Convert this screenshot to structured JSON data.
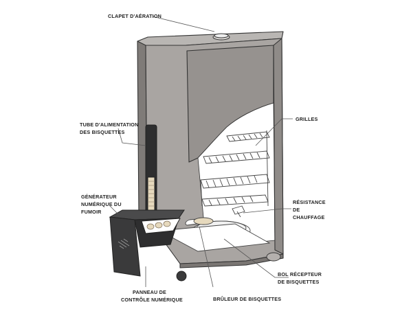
{
  "labels": {
    "vent": "CLAPET D'AÉRATION",
    "tube_l1": "TUBE D'ALIMENTATION",
    "tube_l2": "DES BISQUETTES",
    "grilles": "GRILLES",
    "gen_l1": "GÉNÉRATEUR",
    "gen_l2": "NUMÉRIQUE DU",
    "gen_l3": "FUMOIR",
    "res_l1": "RÉSISTANCE",
    "res_l2": "DE",
    "res_l3": "CHAUFFAGE",
    "bowl_l1": "BOL RÉCEPTEUR",
    "bowl_l2": "DE BISQUETTES",
    "panel_l1": "PANNEAU DE",
    "panel_l2": "CONTRÔLE NUMÉRIQUE",
    "burner": "BRÛLEUR DE BISQUETTES"
  },
  "colors": {
    "cabinet_body": "#8f8b88",
    "cabinet_frame": "#a9a5a2",
    "door_glass": "#9b9795",
    "generator": "#3a3a3b",
    "tube": "#2e2e2f",
    "pucks": "#e6d9bd",
    "outline": "#333333"
  }
}
